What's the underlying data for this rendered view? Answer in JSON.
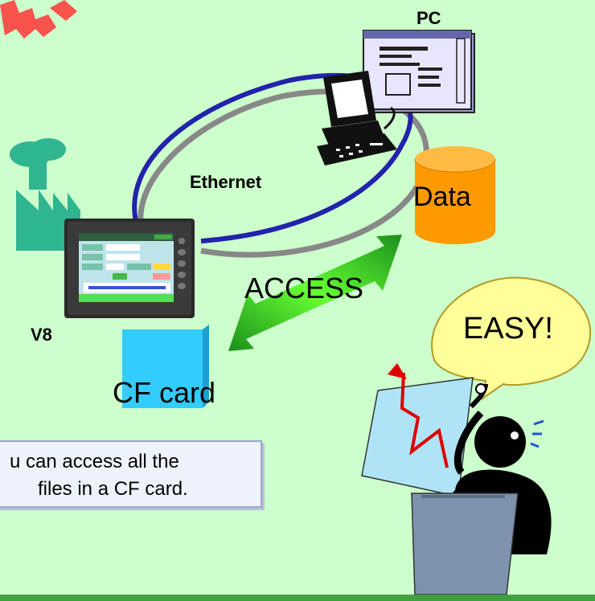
{
  "labels": {
    "pc": "PC",
    "ethernet": "Ethernet",
    "data": "Data",
    "access": "ACCESS",
    "easy": "EASY!",
    "v8": "V8",
    "cf_card": "CF card"
  },
  "note": {
    "line1": "u can access all the",
    "line2": "files in a CF card."
  },
  "colors": {
    "background": "#ccffcc",
    "cylinder": "#ff9900",
    "cf_card": "#33ccff",
    "arrow": "#33cc33",
    "ethernet_blue": "#2222aa",
    "ethernet_gray": "#888888",
    "bubble": "#ffff99",
    "factory": "#2fb58f"
  }
}
